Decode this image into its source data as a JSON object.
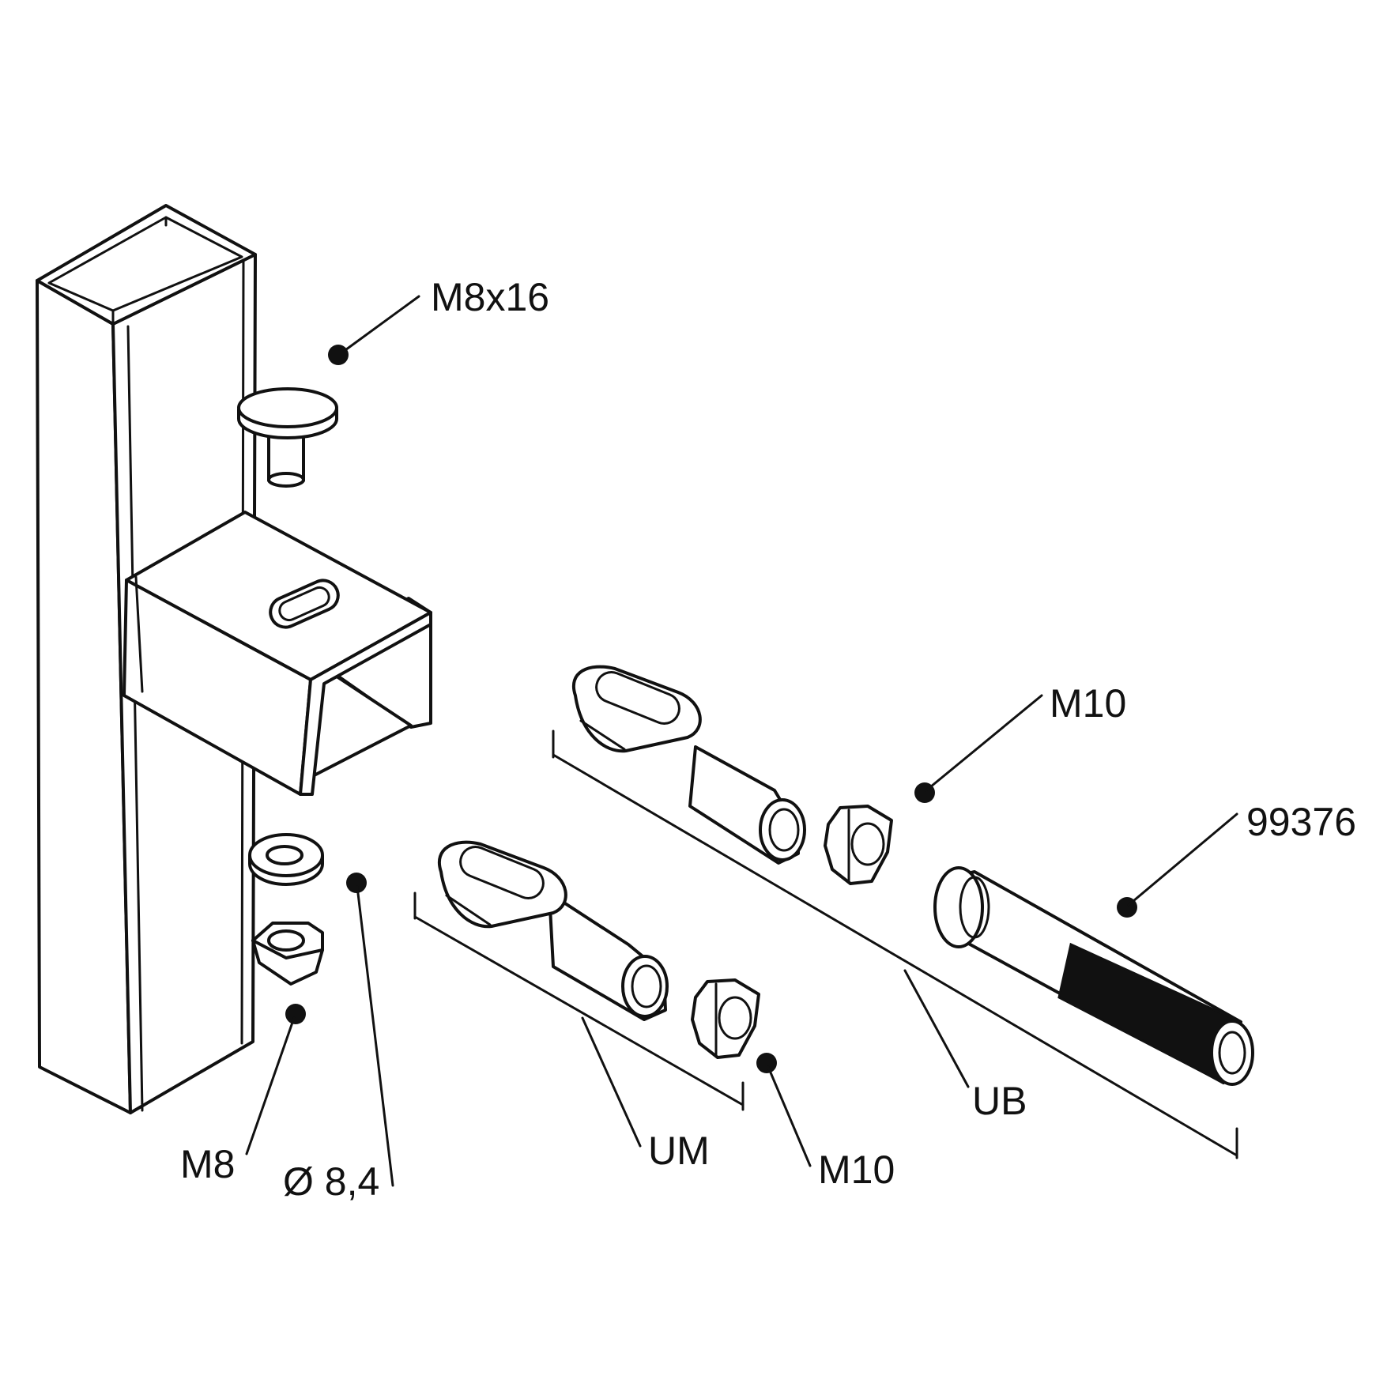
{
  "labels": {
    "carriage_bolt": "M8x16",
    "nut_m8": "M8",
    "washer": "Ø 8,4",
    "fork_um": "UM",
    "nut_um": "M10",
    "nut_ub": "M10",
    "fork_ub": "UB",
    "threaded_sleeve": "99376"
  },
  "colors": {
    "line": "#111111",
    "background": "#ffffff"
  }
}
